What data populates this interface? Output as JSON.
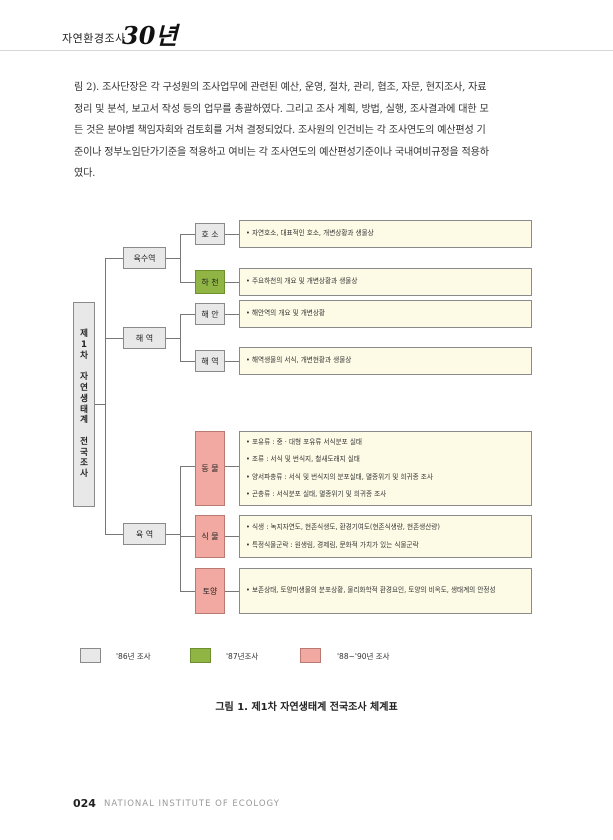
{
  "header": {
    "title": "자연환경조사",
    "logo": "30년"
  },
  "body_lines": [
    "림 2). 조사단장은 각 구성원의 조사업무에 관련된 예산, 운영, 절차, 관리, 협조, 자문, 현지조사, 자료",
    "정리 및 분석, 보고서 작성 등의 업무를 총괄하였다. 그리고 조사 계획, 방법, 실행, 조사결과에 대한 모",
    "든 것은 분야별 책임자회와 검토회를 거쳐 결정되었다. 조사원의 인건비는 각 조사연도의 예산편성 기",
    "준이나 정부노임단가기준을 적용하고 여비는 각 조사연도의 예산편성기준이나 국내여비규정을 적용하",
    "였다."
  ],
  "diagram": {
    "root": [
      "제",
      "1",
      "차",
      "",
      "자",
      "연",
      "생",
      "태",
      "계",
      "",
      "전",
      "국",
      "조",
      "사"
    ],
    "groups": {
      "inland_water": "육수역",
      "sea": "해 역",
      "land": "육 역"
    },
    "items": {
      "lake": {
        "label": "호 소",
        "desc": [
          "• 자연호소, 대표적인 호소, 개변상황과 생물상"
        ]
      },
      "river": {
        "label": "하 천",
        "desc": [
          "• 주요하천의 개요 및 개변상황과 생물상"
        ]
      },
      "coast": {
        "label": "해 안",
        "desc": [
          "• 해안역의 개요 및 개변상황"
        ]
      },
      "marine": {
        "label": "해 역",
        "desc": [
          "• 해역생물의 서식, 개변현황과 생물상"
        ]
      },
      "animal": {
        "label": "동 물",
        "desc": [
          "• 포유류 : 중 · 대형 포유류 서식분포 실태",
          "• 조류 : 서식 및 번식지, 철새도래지 실태",
          "• 양서파충류 : 서식 및 번식지의 분포실태, 멸종위기 및 희귀종 조사",
          "• 곤충류 : 서식분포 실태, 멸종위기 및 희귀종 조사"
        ]
      },
      "plant": {
        "label": "식 물",
        "desc": [
          "• 식생 : 녹지자연도, 현존식생도, 환경기여도(현존식생량, 현존생산량)",
          "• 특정식물군락 : 원생림, 경제림, 문화적 가치가 있는 식물군락"
        ]
      },
      "soil": {
        "label": "토양",
        "desc": [
          "• 보존상태, 토양미생물의 분포상황, 물리화학적 환경요인, 토양의 비옥도, 생태계의 안정성"
        ]
      }
    },
    "legend": [
      {
        "label": "'86년 조사",
        "color": "#e8e8e8"
      },
      {
        "label": "'87년조사",
        "color": "#90b545"
      },
      {
        "label": "'88~'90년 조사",
        "color": "#f2a9a1"
      }
    ]
  },
  "caption": "그림 1. 제1차 자연생태계 전국조사 체계표",
  "footer": {
    "page": "024",
    "org": "NATIONAL INSTITUTE OF ECOLOGY"
  }
}
